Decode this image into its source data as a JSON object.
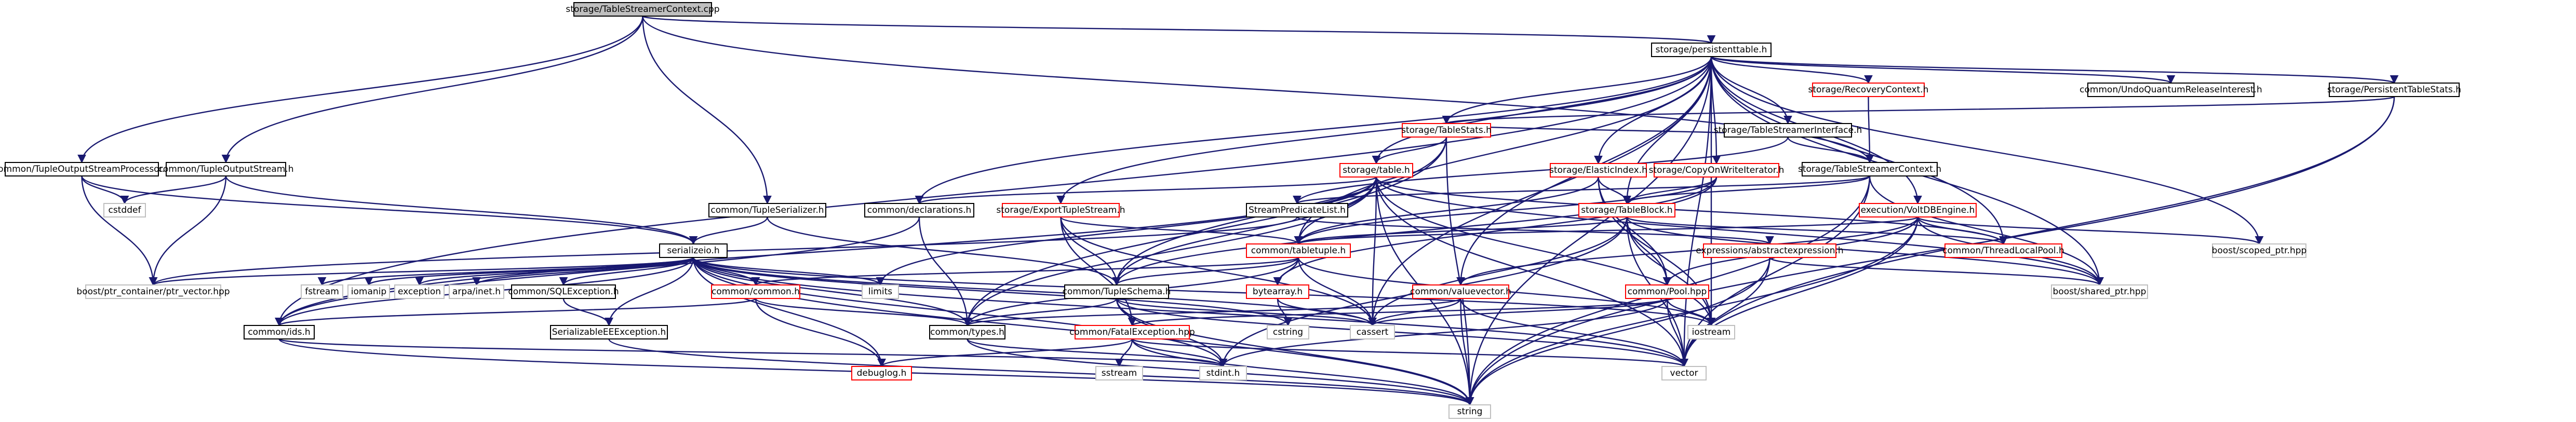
{
  "diagram": {
    "colors": {
      "edge": "#191970",
      "root_fill": "#bfbfbf",
      "node_stroke": "#000000",
      "missing_stroke": "#ff0000",
      "system_stroke": "#bfbfbf"
    },
    "nodes": [
      {
        "id": "root",
        "label": "storage/TableStreamerContext.cpp",
        "style": "root"
      },
      {
        "id": "pt",
        "label": "storage/persistenttable.h",
        "style": "black"
      },
      {
        "id": "otsp",
        "label": "common/TupleOutputStreamProcessor.h",
        "style": "black"
      },
      {
        "id": "tos",
        "label": "common/TupleOutputStream.h",
        "style": "black"
      },
      {
        "id": "tser",
        "label": "common/TupleSerializer.h",
        "style": "black"
      },
      {
        "id": "tsc",
        "label": "storage/TableStreamerContext.h",
        "style": "black"
      },
      {
        "id": "rc",
        "label": "storage/RecoveryContext.h",
        "style": "red"
      },
      {
        "id": "undo",
        "label": "common/UndoQuantumReleaseInterest.h",
        "style": "black"
      },
      {
        "id": "ppts",
        "label": "storage/PersistentTableStats.h",
        "style": "black"
      },
      {
        "id": "tsi",
        "label": "storage/TableStreamerInterface.h",
        "style": "black"
      },
      {
        "id": "tstats",
        "label": "storage/TableStats.h",
        "style": "red"
      },
      {
        "id": "table",
        "label": "storage/table.h",
        "style": "red"
      },
      {
        "id": "ei",
        "label": "storage/ElasticIndex.h",
        "style": "red"
      },
      {
        "id": "cow",
        "label": "storage/CopyOnWriteIterator.h",
        "style": "red"
      },
      {
        "id": "vde",
        "label": "execution/VoltDBEngine.h",
        "style": "red"
      },
      {
        "id": "decl",
        "label": "common/declarations.h",
        "style": "black"
      },
      {
        "id": "ets",
        "label": "storage/ExportTupleStream.h",
        "style": "red"
      },
      {
        "id": "spl",
        "label": "StreamPredicateList.h",
        "style": "black"
      },
      {
        "id": "tb",
        "label": "storage/TableBlock.h",
        "style": "red"
      },
      {
        "id": "ctt",
        "label": "common/tabletuple.h",
        "style": "red"
      },
      {
        "id": "tlp",
        "label": "common/ThreadLocalPool.h",
        "style": "red"
      },
      {
        "id": "bsp",
        "label": "boost/scoped_ptr.hpp",
        "style": "grey"
      },
      {
        "id": "cstddef",
        "label": "cstddef",
        "style": "grey"
      },
      {
        "id": "ser",
        "label": "serializeio.h",
        "style": "black"
      },
      {
        "id": "ae",
        "label": "expressions/abstractexpression.h",
        "style": "red"
      },
      {
        "id": "bpc",
        "label": "boost/ptr_container/ptr_vector.hpp",
        "style": "grey"
      },
      {
        "id": "fstream",
        "label": "fstream",
        "style": "grey"
      },
      {
        "id": "iomanip",
        "label": "iomanip",
        "style": "grey"
      },
      {
        "id": "exception",
        "label": "exception",
        "style": "grey"
      },
      {
        "id": "arpa",
        "label": "arpa/inet.h",
        "style": "grey"
      },
      {
        "id": "sqle",
        "label": "common/SQLException.h",
        "style": "black"
      },
      {
        "id": "cc",
        "label": "common/common.h",
        "style": "red"
      },
      {
        "id": "limits",
        "label": "limits",
        "style": "grey"
      },
      {
        "id": "ts",
        "label": "common/TupleSchema.h",
        "style": "black"
      },
      {
        "id": "ba",
        "label": "bytearray.h",
        "style": "red"
      },
      {
        "id": "pool",
        "label": "common/Pool.hpp",
        "style": "red"
      },
      {
        "id": "vv",
        "label": "common/valuevector.h",
        "style": "red"
      },
      {
        "id": "bshp",
        "label": "boost/shared_ptr.hpp",
        "style": "grey"
      },
      {
        "id": "ids",
        "label": "common/ids.h",
        "style": "black"
      },
      {
        "id": "types",
        "label": "common/types.h",
        "style": "black"
      },
      {
        "id": "see",
        "label": "SerializableEEException.h",
        "style": "black"
      },
      {
        "id": "fe",
        "label": "common/FatalException.hpp",
        "style": "red"
      },
      {
        "id": "cstring",
        "label": "cstring",
        "style": "grey"
      },
      {
        "id": "cassert",
        "label": "cassert",
        "style": "grey"
      },
      {
        "id": "iostream",
        "label": "iostream",
        "style": "grey"
      },
      {
        "id": "debuglog",
        "label": "debuglog.h",
        "style": "red"
      },
      {
        "id": "sstream",
        "label": "sstream",
        "style": "grey"
      },
      {
        "id": "stdint",
        "label": "stdint.h",
        "style": "grey"
      },
      {
        "id": "vector",
        "label": "vector",
        "style": "grey"
      },
      {
        "id": "string",
        "label": "string",
        "style": "grey"
      }
    ]
  }
}
